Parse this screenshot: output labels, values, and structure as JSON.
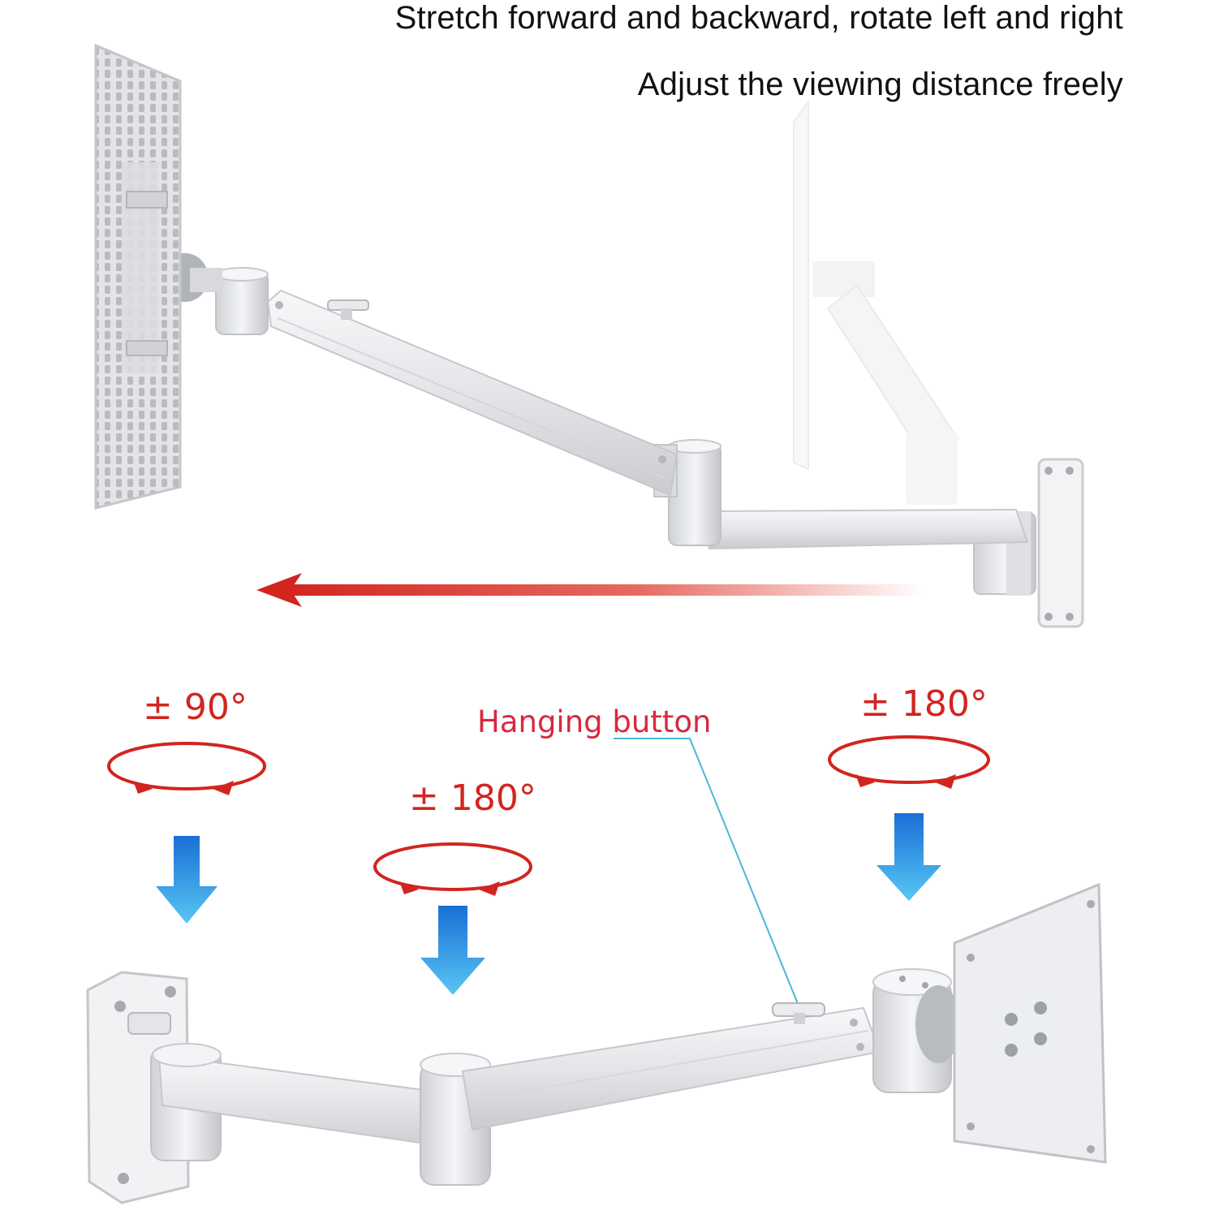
{
  "headline": {
    "line1": "Stretch forward and backward, rotate left and right",
    "line2": "Adjust the viewing distance freely"
  },
  "rotations": [
    {
      "id": "wall-joint",
      "label": "± 90°"
    },
    {
      "id": "elbow-joint",
      "label": "± 180°"
    },
    {
      "id": "head-joint",
      "label": "± 180°"
    }
  ],
  "callout": {
    "label": "Hanging button"
  },
  "colors": {
    "arrow_red": "#d2251f",
    "arrow_blue": "#2196f3",
    "callout_line": "#49b8d6",
    "callout_text": "#d8283e",
    "metal": "#e6e7ea"
  },
  "icons": {
    "extend": "red-arrow-left",
    "rotate": "red-curved-rotation-arrows",
    "pointer": "blue-down-arrow"
  }
}
